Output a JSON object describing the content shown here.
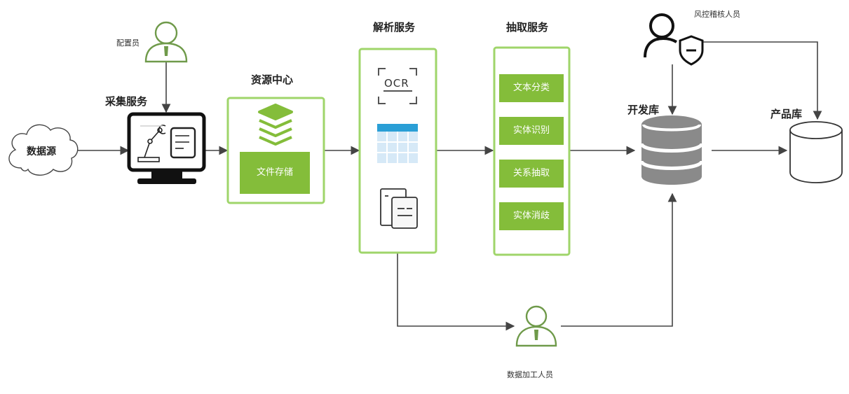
{
  "nodes": {
    "data_source": "数据源",
    "configurator": "配置员",
    "collection_service": "采集服务",
    "resource_center": "资源中心",
    "file_storage": "文件存储",
    "parsing_service": "解析服务",
    "ocr_text": "OCR",
    "extraction_service": "抽取服务",
    "extraction_items": [
      "文本分类",
      "实体识别",
      "关系抽取",
      "实体消歧"
    ],
    "risk_reviewer": "风控稽核人员",
    "dev_db": "开发库",
    "product_db": "产品库",
    "data_processor": "数据加工人员"
  },
  "colors": {
    "green": "#84bd3a",
    "green_border": "#9fd56a",
    "person_green": "#6f9a4a",
    "dark": "#222222",
    "arrow": "#444444",
    "gray_db": "#8a8a8a",
    "light_blue": "#d6e9f7",
    "blue": "#2a9fd6"
  },
  "icons": [
    "cloud-icon",
    "person-icon",
    "robot-arm-monitor-icon",
    "layers-icon",
    "ocr-scan-icon",
    "table-icon",
    "document-icon",
    "shield-person-icon",
    "database-icon",
    "cylinder-icon"
  ]
}
